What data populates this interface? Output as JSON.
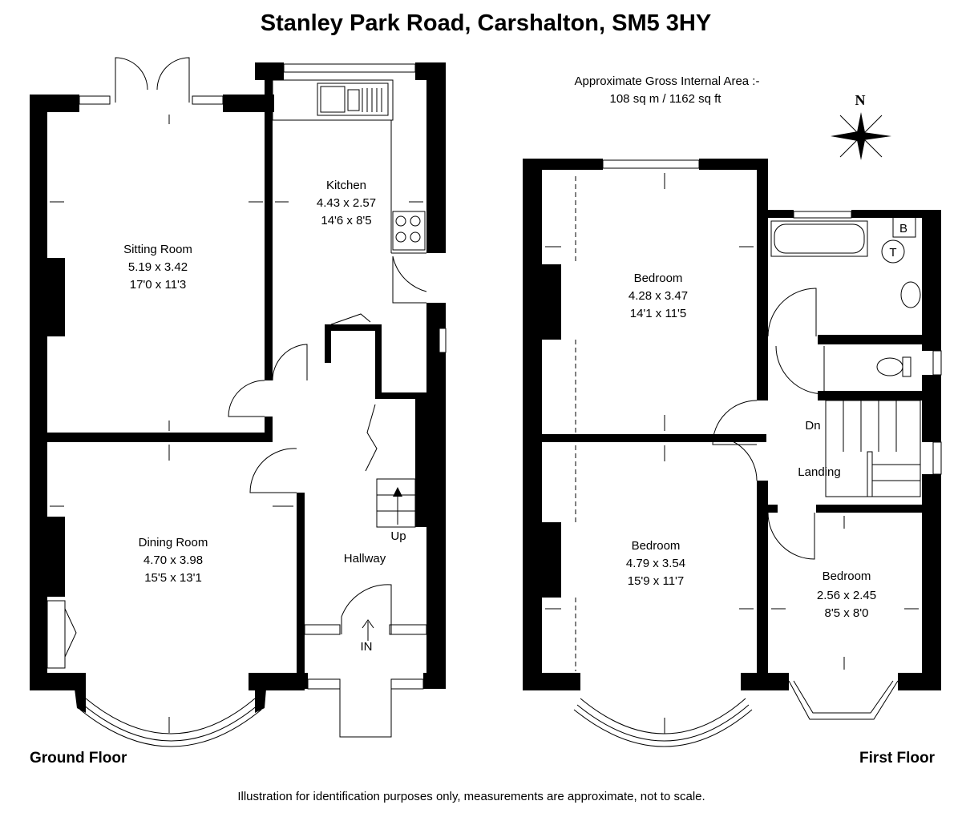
{
  "title": "Stanley Park Road, Carshalton, SM5 3HY",
  "area": {
    "line1": "Approximate Gross Internal Area :-",
    "line2": "108 sq m / 1162 sq ft"
  },
  "compass_label": "N",
  "floors": {
    "ground": "Ground Floor",
    "first": "First Floor"
  },
  "rooms": {
    "sitting": {
      "name": "Sitting Room",
      "metric": "5.19 x 3.42",
      "imperial": "17'0 x 11'3"
    },
    "kitchen": {
      "name": "Kitchen",
      "metric": "4.43 x 2.57",
      "imperial": "14'6 x 8'5"
    },
    "dining": {
      "name": "Dining Room",
      "metric": "4.70 x 3.98",
      "imperial": "15'5 x 13'1"
    },
    "hallway": {
      "name": "Hallway"
    },
    "bed1": {
      "name": "Bedroom",
      "metric": "4.28 x 3.47",
      "imperial": "14'1 x 11'5"
    },
    "bed2": {
      "name": "Bedroom",
      "metric": "4.79 x 3.54",
      "imperial": "15'9 x 11'7"
    },
    "bed3": {
      "name": "Bedroom",
      "metric": "2.56 x 2.45",
      "imperial": "8'5 x 8'0"
    },
    "landing": {
      "name": "Landing"
    }
  },
  "labels": {
    "up": "Up",
    "dn": "Dn",
    "in": "IN",
    "boiler": "B",
    "tank": "T"
  },
  "disclaimer": "Illustration for identification purposes only, measurements are approximate, not to scale."
}
